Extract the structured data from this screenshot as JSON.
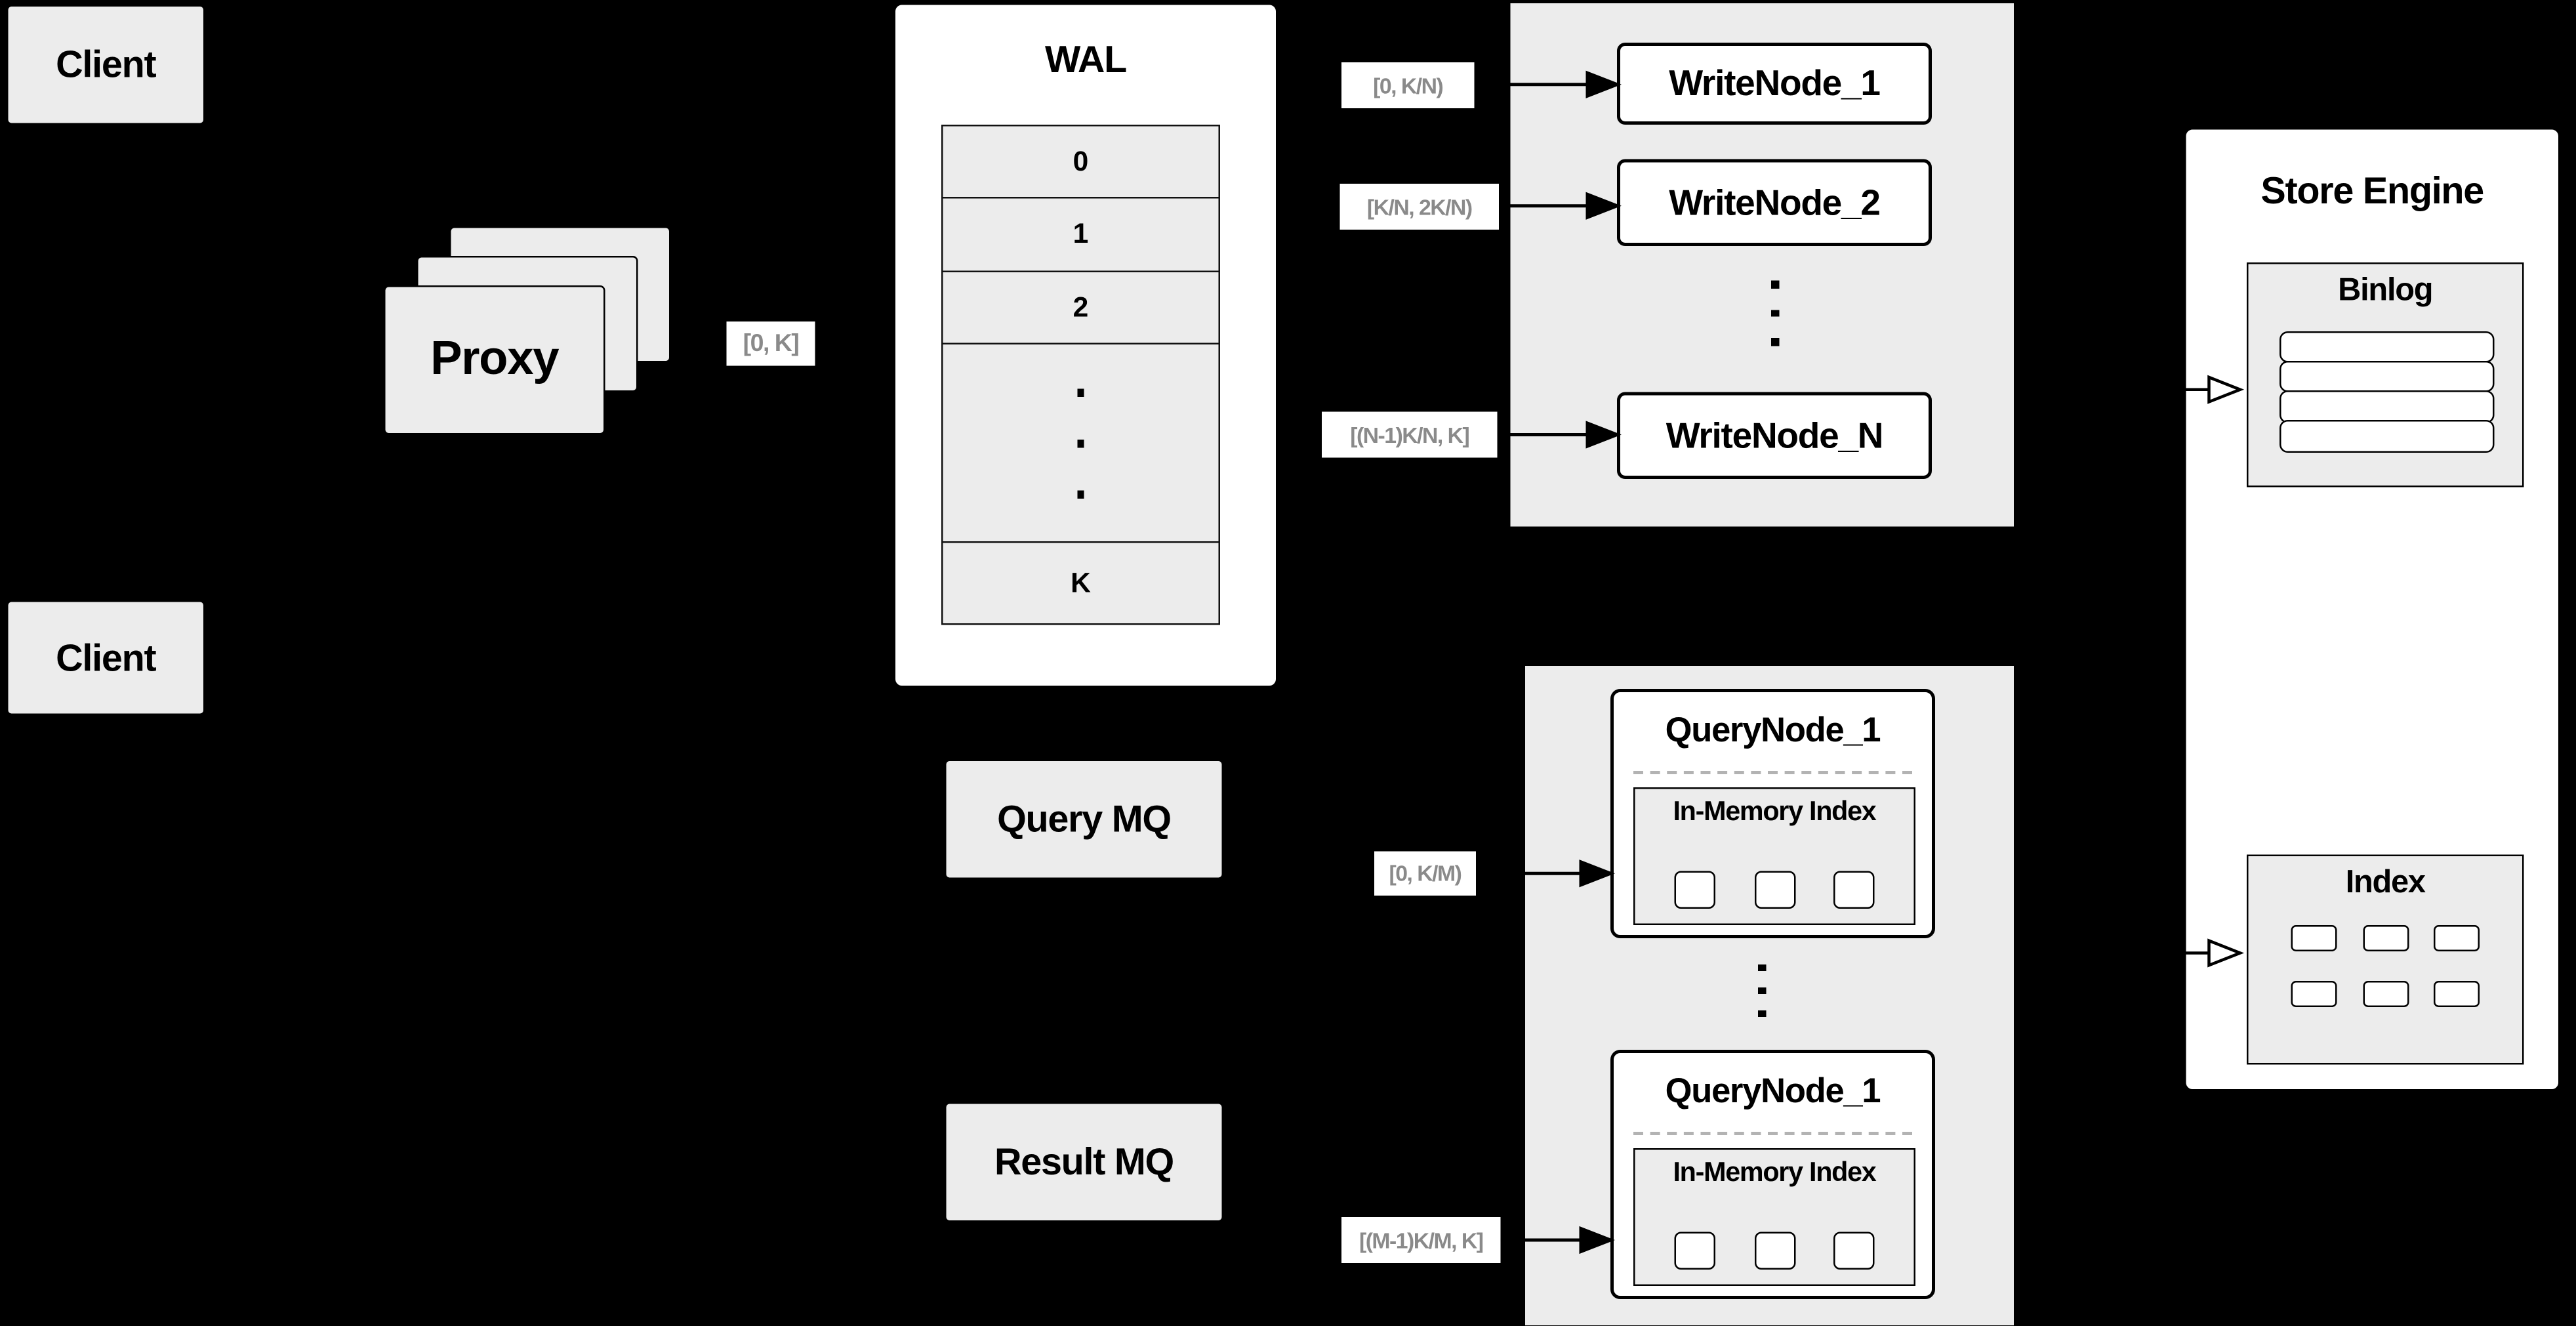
{
  "colors": {
    "background": "#000000",
    "box_fill": "#ececec",
    "panel_fill": "#ffffff",
    "border": "#000000",
    "range_text": "#8a8a8a",
    "dashed_divider": "#b3b3b3"
  },
  "clients": {
    "top_label": "Client",
    "bottom_label": "Client"
  },
  "proxy": {
    "label": "Proxy",
    "range": "[0, K]"
  },
  "wal": {
    "title": "WAL",
    "rows": [
      "0",
      "1",
      "2"
    ],
    "last_row": "K"
  },
  "write_cluster": {
    "ranges": [
      "[0, K/N)",
      "[K/N, 2K/N)",
      "[(N-1)K/N, K]"
    ],
    "nodes": [
      "WriteNode_1",
      "WriteNode_2",
      "WriteNode_N"
    ]
  },
  "query_cluster": {
    "query_mq": "Query MQ",
    "result_mq": "Result MQ",
    "ranges": [
      "[0, K/M)",
      "[(M-1)K/M, K]"
    ],
    "nodes": [
      {
        "title": "QueryNode_1",
        "subtitle": "In-Memory Index"
      },
      {
        "title": "QueryNode_1",
        "subtitle": "In-Memory Index"
      }
    ]
  },
  "store_engine": {
    "title": "Store Engine",
    "binlog_title": "Binlog",
    "index_title": "Index"
  }
}
